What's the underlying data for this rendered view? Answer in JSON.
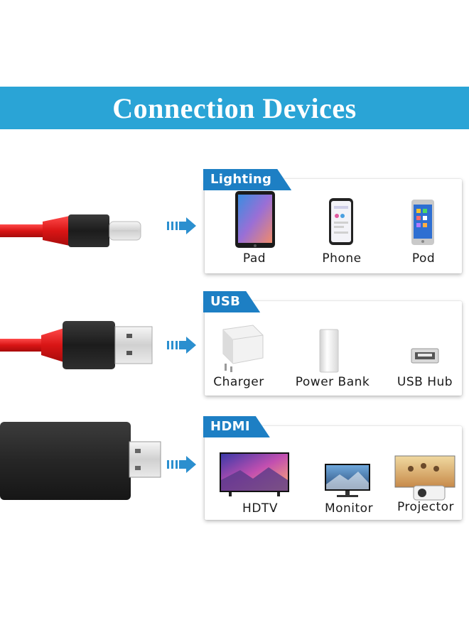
{
  "banner": {
    "title": "Connection Devices"
  },
  "sections": [
    {
      "tab": "Lighting",
      "devices": [
        {
          "label": "Pad",
          "icon": "tablet-icon"
        },
        {
          "label": "Phone",
          "icon": "phone-icon"
        },
        {
          "label": "Pod",
          "icon": "music-player-icon"
        }
      ]
    },
    {
      "tab": "USB",
      "devices": [
        {
          "label": "Charger",
          "icon": "charger-icon"
        },
        {
          "label": "Power Bank",
          "icon": "power-bank-icon"
        },
        {
          "label": "USB Hub",
          "icon": "usb-port-icon"
        }
      ]
    },
    {
      "tab": "HDMI",
      "devices": [
        {
          "label": "HDTV",
          "icon": "tv-icon"
        },
        {
          "label": "Monitor",
          "icon": "monitor-icon"
        },
        {
          "label": "Projector",
          "icon": "projector-icon"
        }
      ]
    }
  ],
  "colors": {
    "banner": "#2aa4d6",
    "tab": "#1d7fc4",
    "cable": "#e01e1e",
    "connector": "#2a2a2a",
    "arrow": "#2b8fcf"
  }
}
